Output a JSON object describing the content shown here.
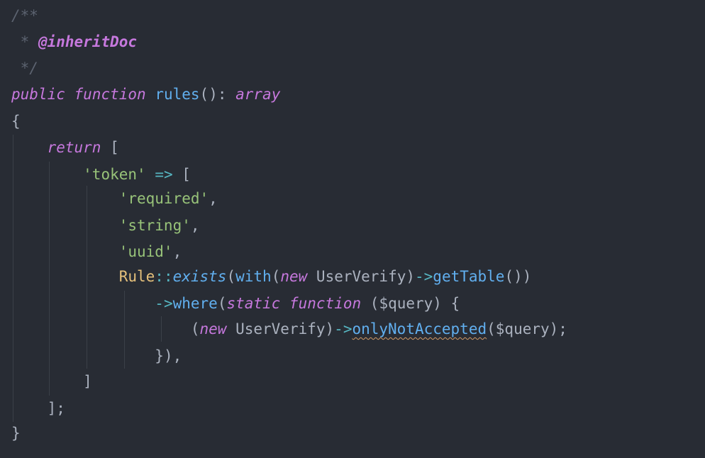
{
  "code": {
    "language": "php",
    "lines": [
      {
        "tokens": [
          {
            "t": "/**",
            "k": "comment"
          }
        ]
      },
      {
        "tokens": [
          {
            "t": " * ",
            "k": "comment"
          },
          {
            "t": "@inheritDoc",
            "k": "tag"
          }
        ]
      },
      {
        "tokens": [
          {
            "t": " */",
            "k": "comment"
          }
        ]
      },
      {
        "tokens": [
          {
            "t": "public",
            "k": "kw"
          },
          {
            "t": " ",
            "k": "punct"
          },
          {
            "t": "function",
            "k": "kw"
          },
          {
            "t": " ",
            "k": "punct"
          },
          {
            "t": "rules",
            "k": "fn"
          },
          {
            "t": "(): ",
            "k": "punct"
          },
          {
            "t": "array",
            "k": "kw"
          }
        ]
      },
      {
        "tokens": [
          {
            "t": "{",
            "k": "punct"
          }
        ]
      },
      {
        "tokens": [
          {
            "t": "    ",
            "k": "punct"
          },
          {
            "t": "return",
            "k": "kw"
          },
          {
            "t": " [",
            "k": "punct"
          }
        ]
      },
      {
        "tokens": [
          {
            "t": "        ",
            "k": "punct"
          },
          {
            "t": "'token'",
            "k": "str"
          },
          {
            "t": " ",
            "k": "punct"
          },
          {
            "t": "=>",
            "k": "op"
          },
          {
            "t": " [",
            "k": "punct"
          }
        ]
      },
      {
        "tokens": [
          {
            "t": "            ",
            "k": "punct"
          },
          {
            "t": "'required'",
            "k": "str"
          },
          {
            "t": ",",
            "k": "punct"
          }
        ]
      },
      {
        "tokens": [
          {
            "t": "            ",
            "k": "punct"
          },
          {
            "t": "'string'",
            "k": "str"
          },
          {
            "t": ",",
            "k": "punct"
          }
        ]
      },
      {
        "tokens": [
          {
            "t": "            ",
            "k": "punct"
          },
          {
            "t": "'uuid'",
            "k": "str"
          },
          {
            "t": ",",
            "k": "punct"
          }
        ]
      },
      {
        "tokens": [
          {
            "t": "            ",
            "k": "punct"
          },
          {
            "t": "Rule",
            "k": "class"
          },
          {
            "t": "::",
            "k": "op"
          },
          {
            "t": "exists",
            "k": "fn-italic"
          },
          {
            "t": "(",
            "k": "punct"
          },
          {
            "t": "with",
            "k": "fn"
          },
          {
            "t": "(",
            "k": "punct"
          },
          {
            "t": "new",
            "k": "kw"
          },
          {
            "t": " UserVerify)",
            "k": "punct"
          },
          {
            "t": "->",
            "k": "op"
          },
          {
            "t": "getTable",
            "k": "fn"
          },
          {
            "t": "())",
            "k": "punct"
          }
        ]
      },
      {
        "tokens": [
          {
            "t": "                ",
            "k": "punct"
          },
          {
            "t": "->",
            "k": "op"
          },
          {
            "t": "where",
            "k": "fn"
          },
          {
            "t": "(",
            "k": "punct"
          },
          {
            "t": "static",
            "k": "kw"
          },
          {
            "t": " ",
            "k": "punct"
          },
          {
            "t": "function",
            "k": "kw"
          },
          {
            "t": " (",
            "k": "punct"
          },
          {
            "t": "$query",
            "k": "var"
          },
          {
            "t": ") {",
            "k": "punct"
          }
        ]
      },
      {
        "tokens": [
          {
            "t": "                    (",
            "k": "punct"
          },
          {
            "t": "new",
            "k": "kw"
          },
          {
            "t": " UserVerify)",
            "k": "punct"
          },
          {
            "t": "->",
            "k": "op"
          },
          {
            "t": "onlyNotAccepted",
            "k": "warn"
          },
          {
            "t": "(",
            "k": "punct"
          },
          {
            "t": "$query",
            "k": "var"
          },
          {
            "t": ");",
            "k": "punct"
          }
        ]
      },
      {
        "tokens": [
          {
            "t": "                ",
            "k": "punct"
          },
          {
            "t": "}),",
            "k": "punct"
          }
        ]
      },
      {
        "tokens": [
          {
            "t": "        ",
            "k": "punct"
          },
          {
            "t": "]",
            "k": "punct"
          }
        ]
      },
      {
        "tokens": [
          {
            "t": "    ",
            "k": "punct"
          },
          {
            "t": "];",
            "k": "punct"
          }
        ]
      },
      {
        "tokens": [
          {
            "t": "}",
            "k": "punct"
          }
        ]
      }
    ]
  },
  "theme": {
    "background": "#282c34",
    "comment": "#5c6370",
    "keyword": "#c678dd",
    "function": "#61afef",
    "string": "#98c379",
    "class": "#e5c07b",
    "operator": "#56b6c2",
    "text": "#abb2bf",
    "warning_underline": "#d19a66"
  }
}
